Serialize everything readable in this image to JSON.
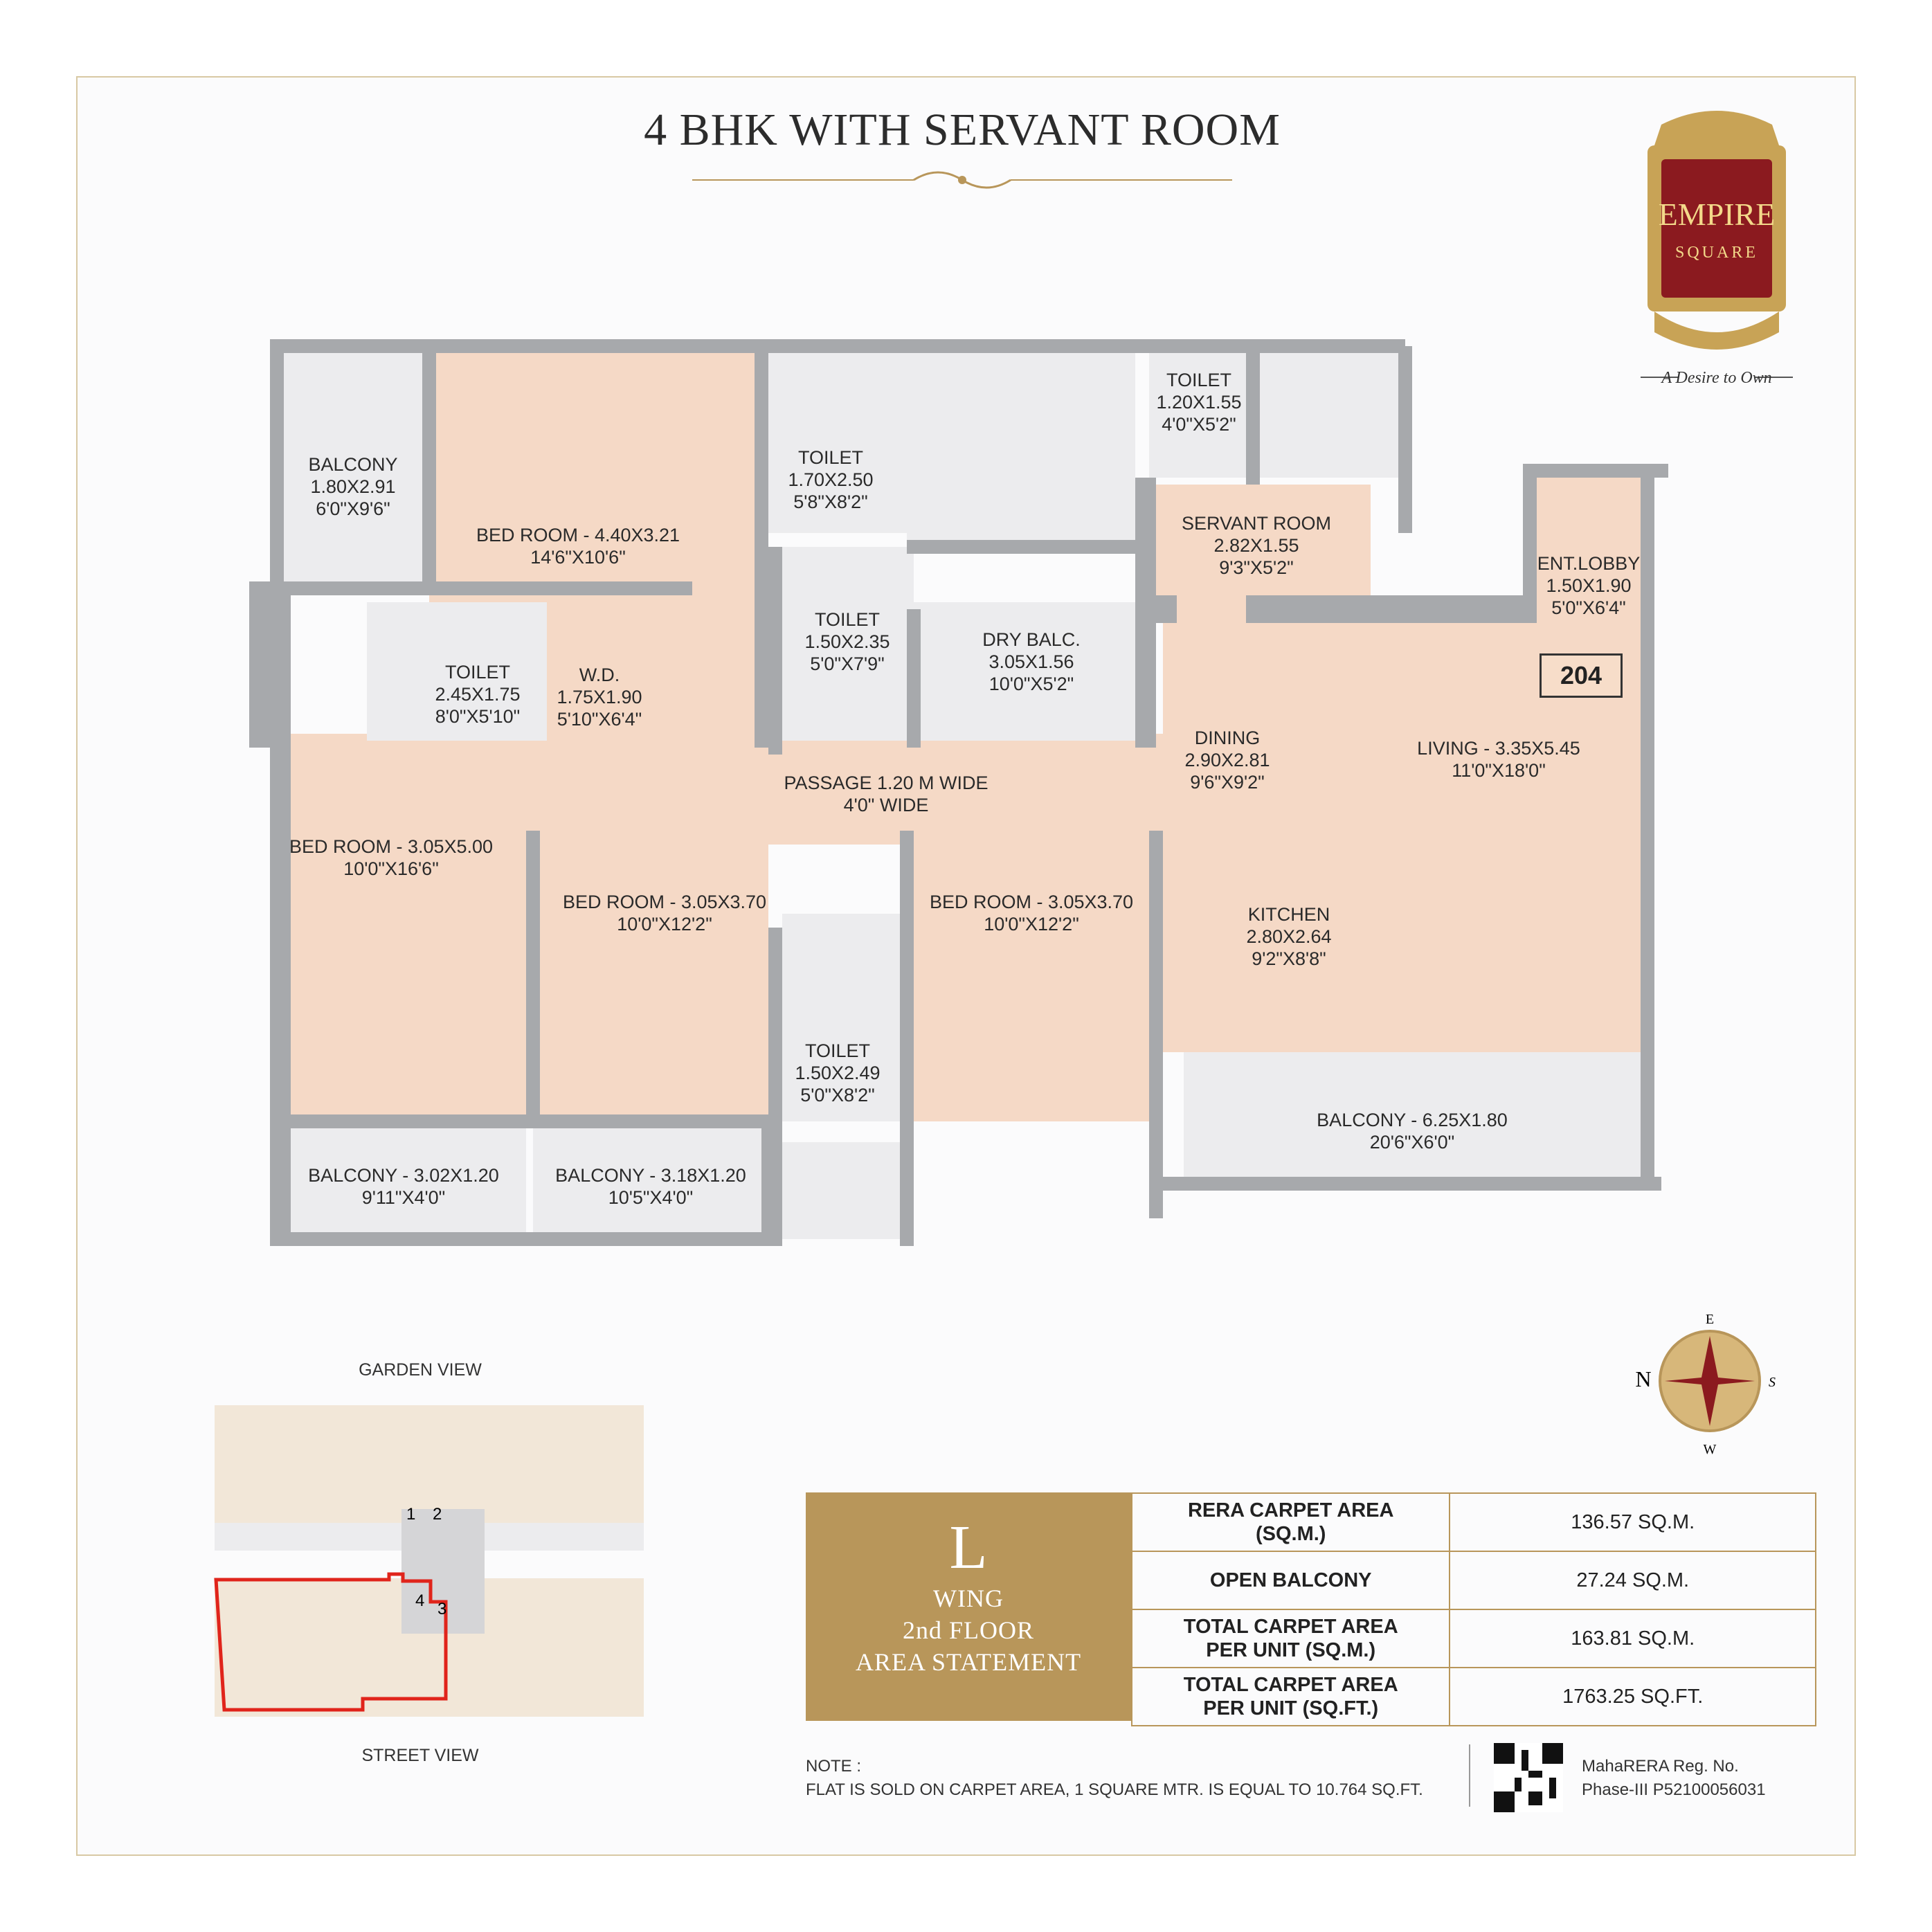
{
  "title": "4 BHK WITH SERVANT ROOM",
  "logo": {
    "line1": "EMPIRE",
    "line2": "SQUARE",
    "tagline": "A Desire to Own"
  },
  "unit_number": "204",
  "rooms": {
    "balcony_a": {
      "name": "BALCONY",
      "m": "1.80X2.91",
      "ft": "6'0\"X9'6\""
    },
    "bed_master": {
      "name": "BED ROOM - 4.40X3.21",
      "ft": "14'6\"X10'6\""
    },
    "toilet_a": {
      "name": "TOILET",
      "m": "1.70X2.50",
      "ft": "5'8\"X8'2\""
    },
    "toilet_b": {
      "name": "TOILET",
      "m": "1.20X1.55",
      "ft": "4'0\"X5'2\""
    },
    "servant": {
      "name": "SERVANT ROOM",
      "m": "2.82X1.55",
      "ft": "9'3\"X5'2\""
    },
    "ent_lobby": {
      "name": "ENT.LOBBY",
      "m": "1.50X1.90",
      "ft": "5'0\"X6'4\""
    },
    "toilet_c": {
      "name": "TOILET",
      "m": "2.45X1.75",
      "ft": "8'0\"X5'10\""
    },
    "wd": {
      "name": "W.D.",
      "m": "1.75X1.90",
      "ft": "5'10\"X6'4\""
    },
    "toilet_d": {
      "name": "TOILET",
      "m": "1.50X2.35",
      "ft": "5'0\"X7'9\""
    },
    "dry_balc": {
      "name": "DRY BALC.",
      "m": "3.05X1.56",
      "ft": "10'0\"X5'2\""
    },
    "dining": {
      "name": "DINING",
      "m": "2.90X2.81",
      "ft": "9'6\"X9'2\""
    },
    "living": {
      "name": "LIVING - 3.35X5.45",
      "ft": "11'0\"X18'0\""
    },
    "passage": {
      "name": "PASSAGE 1.20 M WIDE",
      "ft": "4'0\" WIDE"
    },
    "bed_2": {
      "name": "BED ROOM - 3.05X5.00",
      "ft": "10'0\"X16'6\""
    },
    "bed_3": {
      "name": "BED ROOM - 3.05X3.70",
      "ft": "10'0\"X12'2\""
    },
    "bed_4": {
      "name": "BED ROOM - 3.05X3.70",
      "ft": "10'0\"X12'2\""
    },
    "kitchen": {
      "name": "KITCHEN",
      "m": "2.80X2.64",
      "ft": "9'2\"X8'8\""
    },
    "toilet_e": {
      "name": "TOILET",
      "m": "1.50X2.49",
      "ft": "5'0\"X8'2\""
    },
    "balcony_b": {
      "name": "BALCONY - 6.25X1.80",
      "ft": "20'6\"X6'0\""
    },
    "balcony_c": {
      "name": "BALCONY - 3.02X1.20",
      "ft": "9'11\"X4'0\""
    },
    "balcony_d": {
      "name": "BALCONY - 3.18X1.20",
      "ft": "10'5\"X4'0\""
    }
  },
  "keyplan": {
    "top_label": "GARDEN VIEW",
    "bottom_label": "STREET VIEW",
    "n1": "1",
    "n2": "2",
    "n3": "3",
    "n4": "4"
  },
  "compass": {
    "e": "E",
    "n": "N",
    "s": "S",
    "w": "W"
  },
  "area_statement": {
    "wing_letter": "L",
    "wing_label": "WING",
    "floor": "2nd FLOOR",
    "heading": "AREA STATEMENT",
    "rows": [
      {
        "label1": "RERA CARPET AREA",
        "label2": "(SQ.M.)",
        "value": "136.57 SQ.M."
      },
      {
        "label1": "OPEN BALCONY",
        "label2": "",
        "value": "27.24 SQ.M."
      },
      {
        "label1": "TOTAL CARPET AREA",
        "label2": "PER UNIT (SQ.M.)",
        "value": "163.81 SQ.M."
      },
      {
        "label1": "TOTAL CARPET AREA",
        "label2": "PER UNIT (SQ.FT.)",
        "value": "1763.25 SQ.FT."
      }
    ]
  },
  "note": {
    "heading": "NOTE :",
    "text": "FLAT IS SOLD ON CARPET AREA, 1 SQUARE MTR. IS EQUAL TO 10.764 SQ.FT."
  },
  "rera": {
    "line1": "MahaRERA Reg. No.",
    "line2": "Phase-III P52100056031"
  },
  "colors": {
    "gold": "#b8965a",
    "room": "#f5d9c6",
    "wall": "#a7a9ac",
    "logo_red": "#8b1a1f"
  }
}
